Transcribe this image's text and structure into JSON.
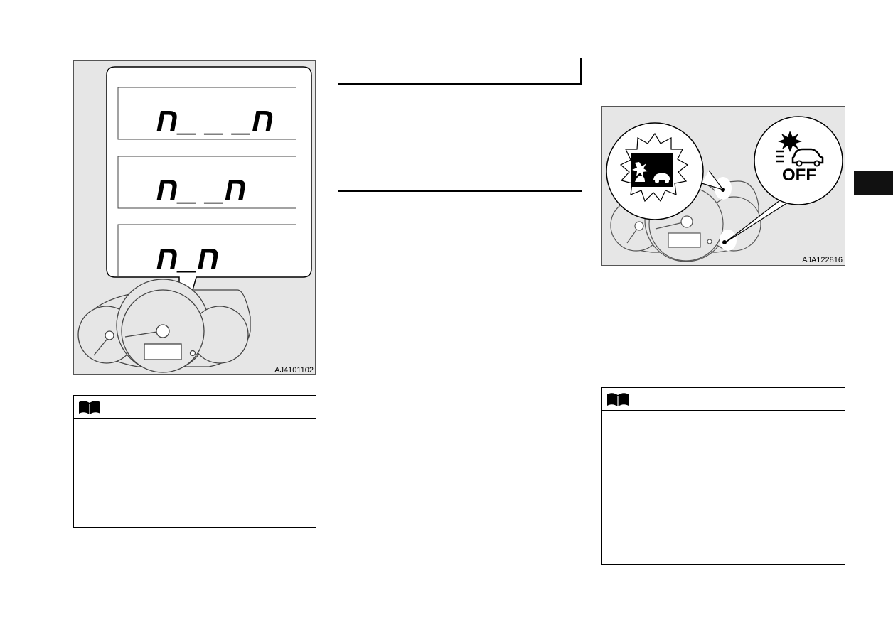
{
  "figures": {
    "left": {
      "code": "AJ4101102",
      "displays": [
        "ח_ _ _ח",
        "ח_ _ח",
        "ח_ח"
      ]
    },
    "right": {
      "code": "AJA122816",
      "off_label": "OFF"
    }
  },
  "icons": {
    "note": "book-icon",
    "warning_lamp": "forward-collision-warning-icon",
    "off_lamp": "fcm-off-icon"
  },
  "colors": {
    "figure_bg": "#e6e6e6",
    "tab": "#111111"
  }
}
